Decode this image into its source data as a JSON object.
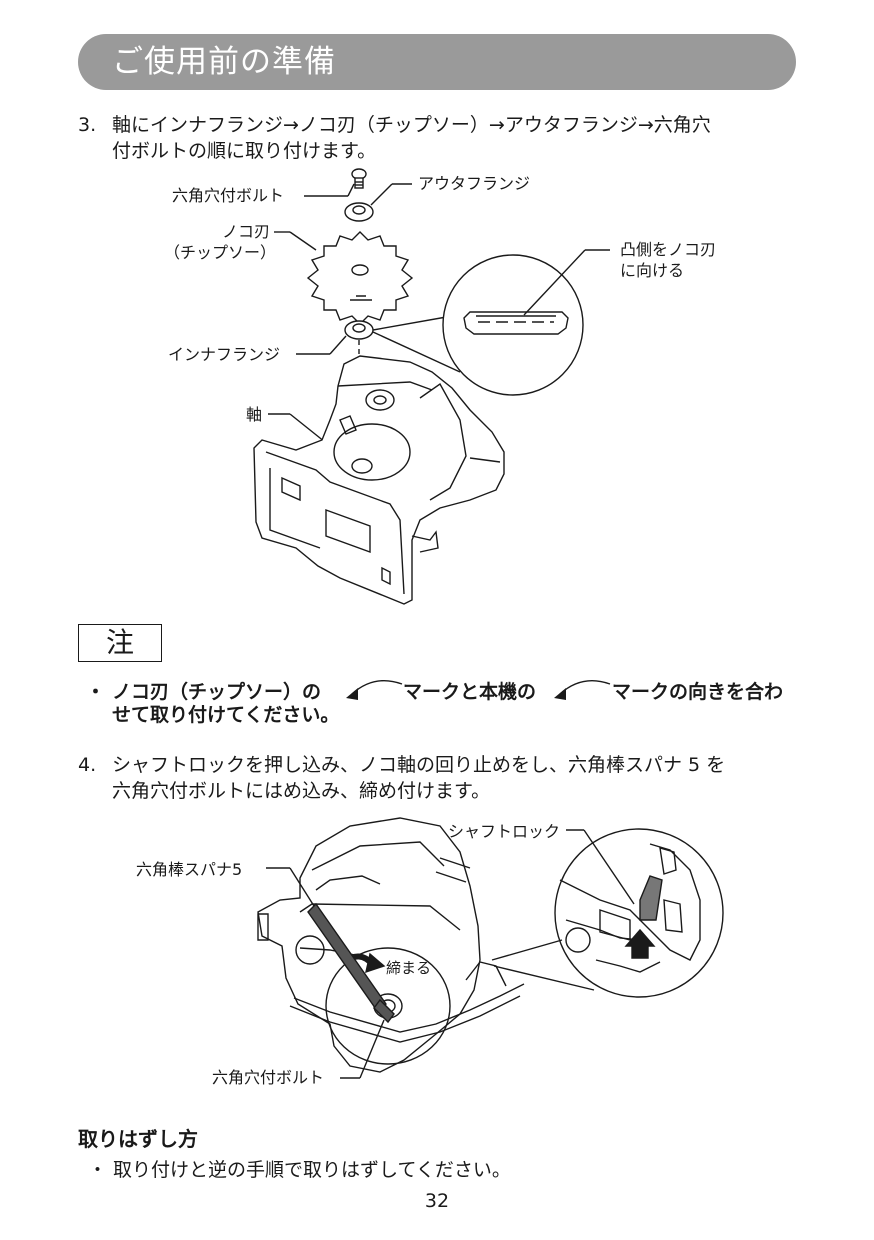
{
  "header": {
    "title": "ご使用前の準備"
  },
  "step3": {
    "number": "3.",
    "line1": "軸にインナフランジ→ノコ刃（チップソー）→アウタフランジ→六角穴",
    "line2": "付ボルトの順に取り付けます。"
  },
  "figure1": {
    "bolt_label": "六角穴付ボルト",
    "outer_flange_label": "アウタフランジ",
    "blade_label_1": "ノコ刃",
    "blade_label_2": "（チップソー）",
    "convex_label_1": "凸側をノコ刃",
    "convex_label_2": "に向ける",
    "inner_flange_label": "インナフランジ",
    "shaft_label": "軸"
  },
  "note": {
    "heading": "注",
    "bullet": "・",
    "seg1": "ノコ刃（チップソー）の",
    "seg2": "マークと本機の",
    "seg3": "マークの向きを合わ",
    "line2": "せて取り付けてください。"
  },
  "step4": {
    "number": "4.",
    "line1": "シャフトロックを押し込み、ノコ軸の回り止めをし、六角棒スパナ 5 を",
    "line2": "六角穴付ボルトにはめ込み、締め付けます。"
  },
  "figure2": {
    "shaft_lock_label": "シャフトロック",
    "wrench_label": "六角棒スパナ5",
    "tighten_label": "締まる",
    "bolt_label": "六角穴付ボルト"
  },
  "removal": {
    "heading": "取りはずし方",
    "text": "・ 取り付けと逆の手順で取りはずしてください。"
  },
  "page_number": "32"
}
